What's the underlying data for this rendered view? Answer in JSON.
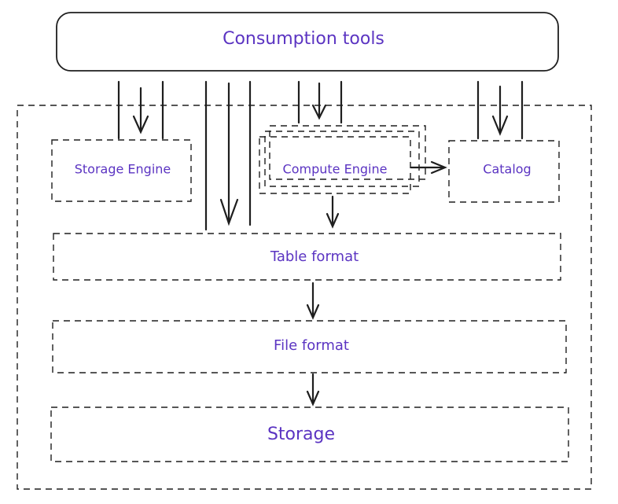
{
  "nodes": {
    "consumption_tools": "Consumption tools",
    "storage_engine": "Storage Engine",
    "compute_engine": "Compute Engine",
    "catalog": "Catalog",
    "table_format": "Table format",
    "file_format": "File format",
    "storage": "Storage"
  },
  "colors": {
    "label": "#5b34c2",
    "stroke": "#1e1e1e"
  }
}
